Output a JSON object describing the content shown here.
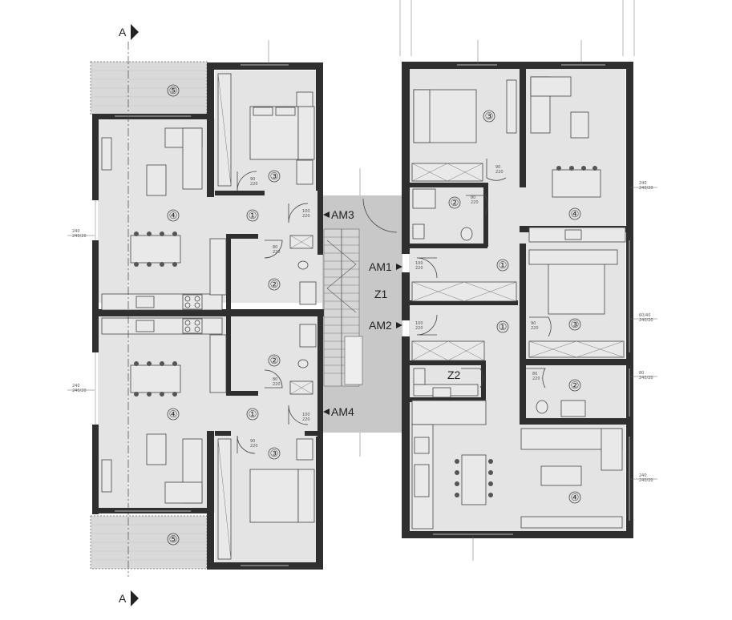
{
  "section_markers": [
    {
      "id": "section-a-top",
      "label": "A"
    },
    {
      "id": "section-a-bottom",
      "label": "A"
    }
  ],
  "apartment_labels": [
    {
      "id": "am3",
      "label": "AM3"
    },
    {
      "id": "am4",
      "label": "AM4"
    },
    {
      "id": "am1",
      "label": "AM1"
    },
    {
      "id": "am2",
      "label": "AM2"
    }
  ],
  "stair_labels": [
    {
      "id": "z1",
      "label": "Z1"
    },
    {
      "id": "z2",
      "label": "Z2"
    }
  ],
  "room_numbers": [
    "①",
    "②",
    "③",
    "④",
    "⑤"
  ],
  "door_tags": {
    "d100_220": [
      "100",
      "220"
    ],
    "d80_220": [
      "80",
      "220"
    ],
    "d90_220": [
      "90",
      "220"
    ]
  },
  "window_tags": {
    "w240": [
      "240",
      "240/20"
    ],
    "w80": [
      "80",
      "240/20"
    ],
    "w60": [
      "60/40",
      "240/20"
    ]
  }
}
